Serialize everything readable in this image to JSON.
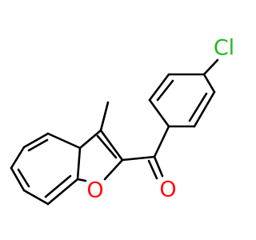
{
  "molecule": {
    "atoms": [
      {
        "id": "cl",
        "label": "Cl",
        "color": "#22bb22"
      },
      {
        "id": "o_ring",
        "label": "O",
        "color": "#ff0d0d"
      },
      {
        "id": "o_carbonyl",
        "label": "O",
        "color": "#ff0d0d"
      }
    ],
    "bond_color": "#000000"
  }
}
